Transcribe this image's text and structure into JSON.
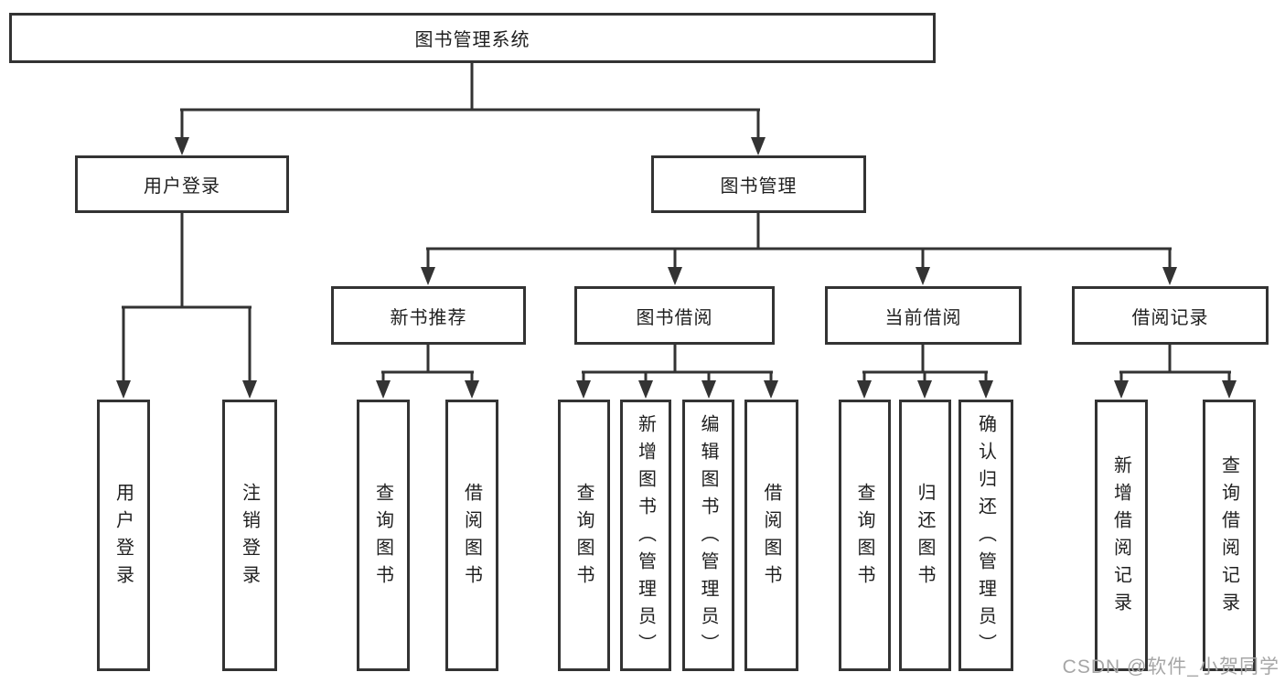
{
  "diagram": {
    "title": "图书管理系统",
    "children": [
      {
        "label": "用户登录",
        "children": [
          {
            "label": "用户登录"
          },
          {
            "label": "注销登录"
          }
        ]
      },
      {
        "label": "图书管理",
        "children": [
          {
            "label": "新书推荐",
            "children": [
              {
                "label": "查询图书"
              },
              {
                "label": "借阅图书"
              }
            ]
          },
          {
            "label": "图书借阅",
            "children": [
              {
                "label": "查询图书"
              },
              {
                "label": "新增图书（管理员）"
              },
              {
                "label": "编辑图书（管理员）"
              },
              {
                "label": "借阅图书"
              }
            ]
          },
          {
            "label": "当前借阅",
            "children": [
              {
                "label": "查询图书"
              },
              {
                "label": "归还图书"
              },
              {
                "label": "确认归还（管理员）"
              }
            ]
          },
          {
            "label": "借阅记录",
            "children": [
              {
                "label": "新增借阅记录"
              },
              {
                "label": "查询借阅记录"
              }
            ]
          }
        ]
      }
    ]
  },
  "watermark": {
    "text": "CSDN @软件_小贺同学"
  },
  "colors": {
    "line": "#333333",
    "text": "#1f1f1f",
    "watermark": "#a6a6a6",
    "background": "#ffffff"
  }
}
